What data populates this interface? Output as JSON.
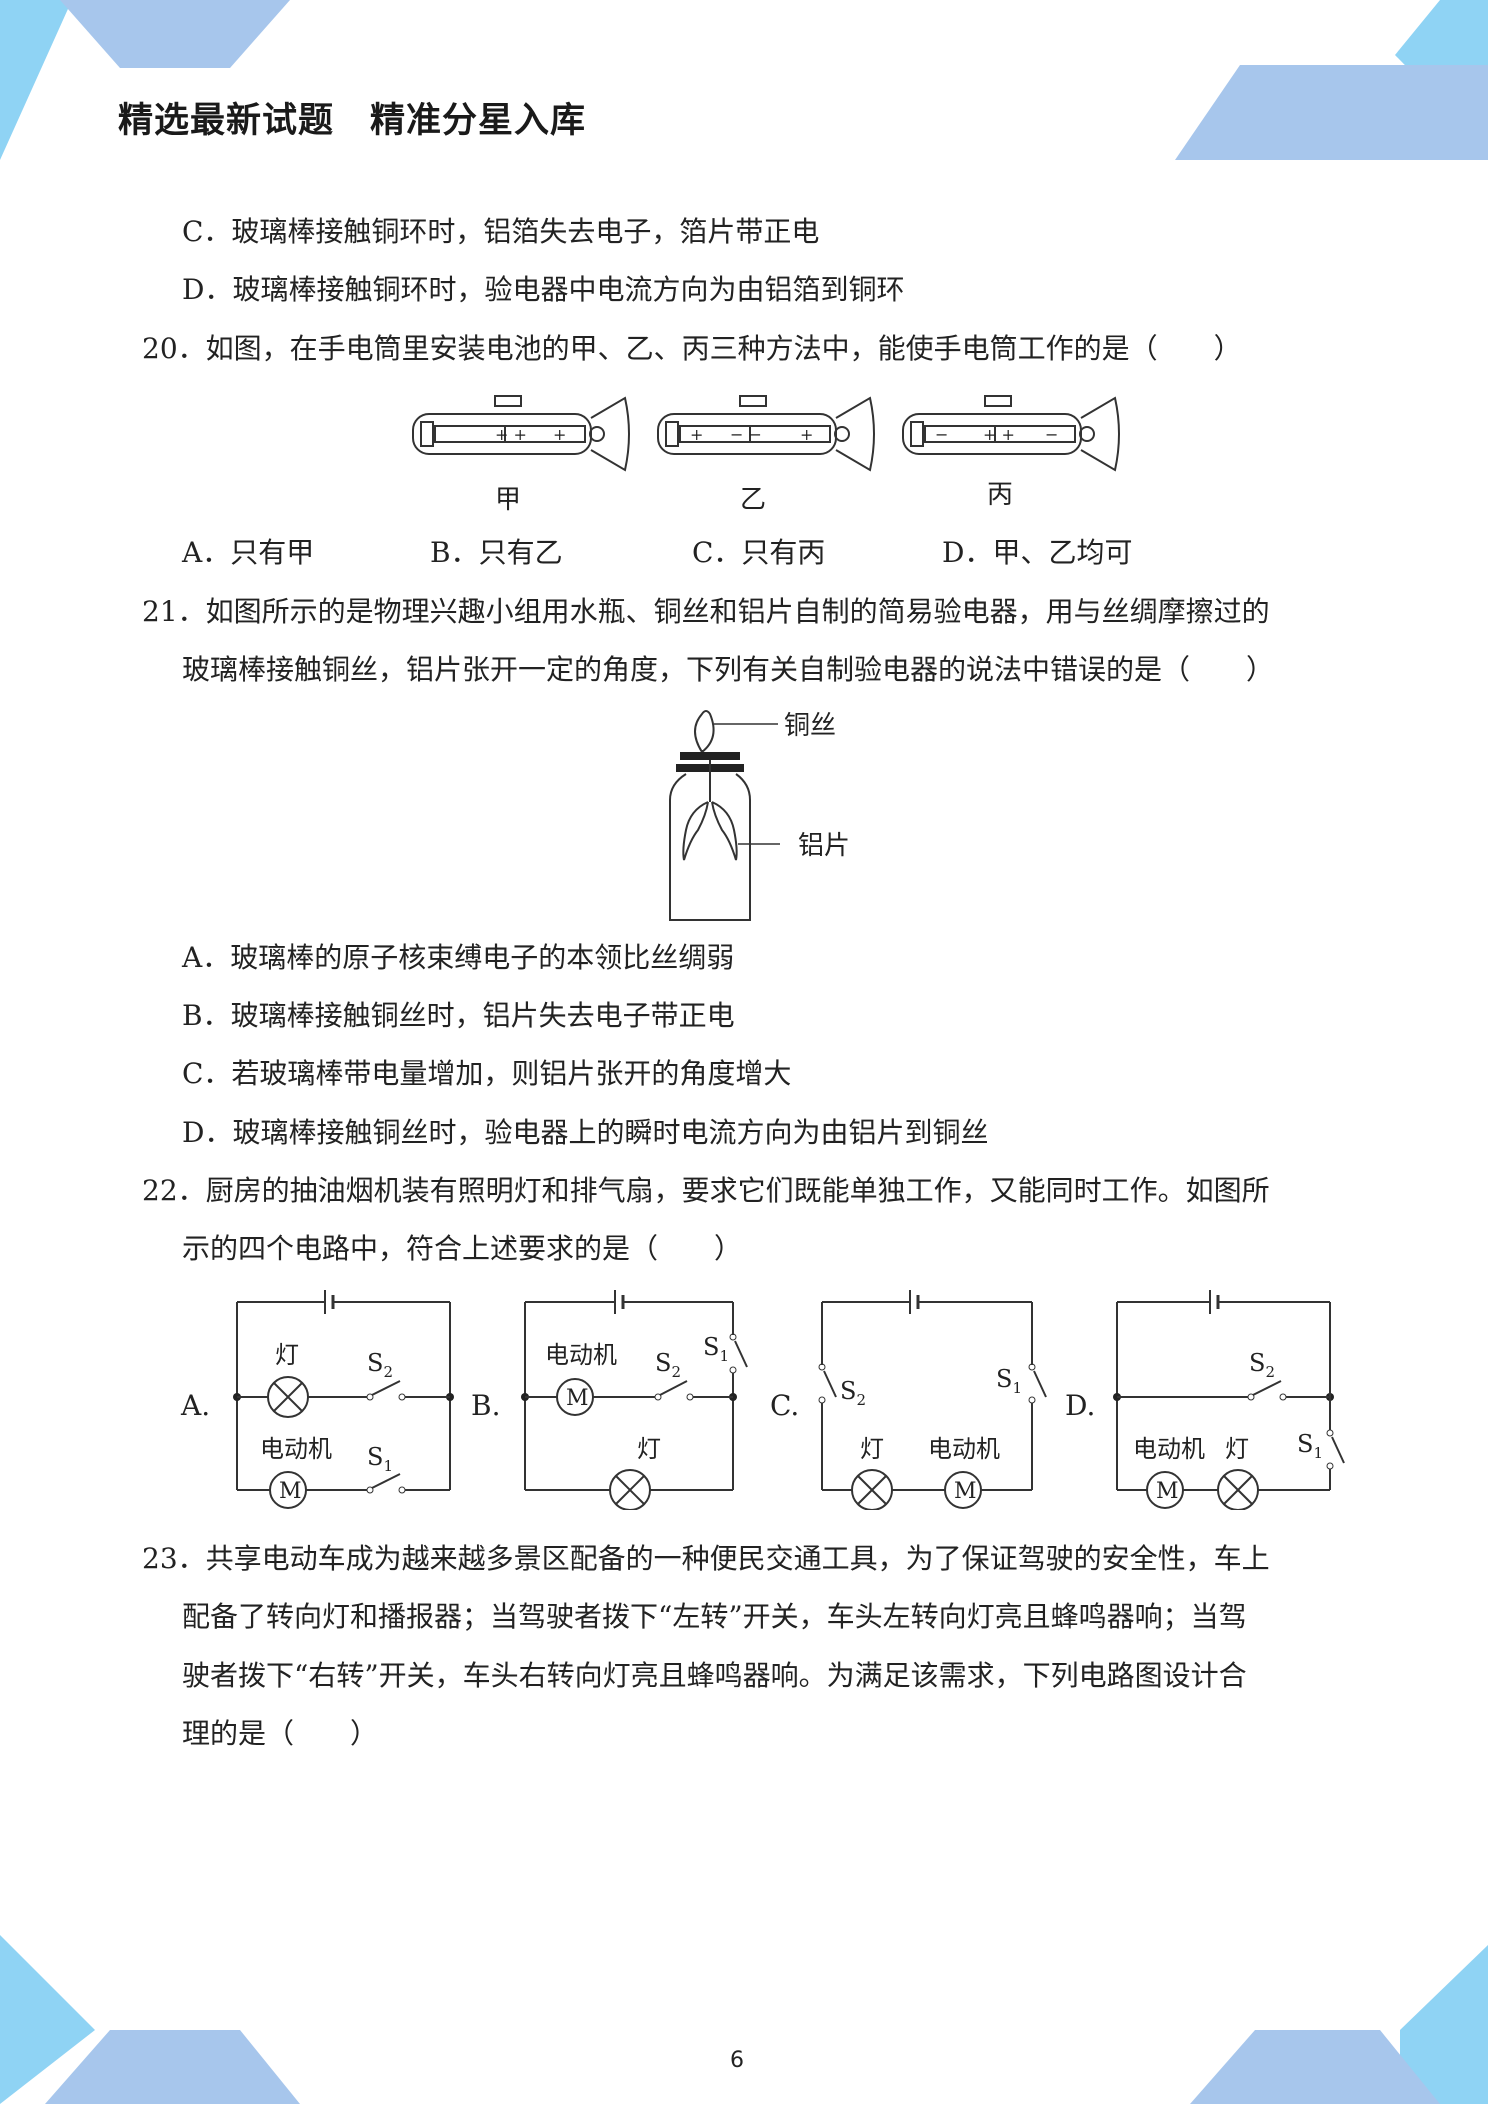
{
  "header": {
    "part1": "精选最新试题",
    "part2": "精准分星入库"
  },
  "q19": {
    "optC": "C．玻璃棒接触铜环时，铝箔失去电子，箔片带正电",
    "optD": "D．玻璃棒接触铜环时，验电器中电流方向为由铝箔到铜环"
  },
  "q20": {
    "stem": "20．如图，在手电筒里安装电池的甲、乙、丙三种方法中，能使手电筒工作的是（　　）",
    "fig_labels": [
      "甲",
      "乙",
      "丙"
    ],
    "options": [
      "A．只有甲",
      "B．只有乙",
      "C．只有丙",
      "D．甲、乙均可"
    ]
  },
  "q21": {
    "stem1": "21．如图所示的是物理兴趣小组用水瓶、铜丝和铝片自制的简易验电器，用与丝绸摩擦过的",
    "stem2": "玻璃棒接触铜丝，铝片张开一定的角度，下列有关自制验电器的说法中错误的是（　　）",
    "fig_copper": "铜丝",
    "fig_foil": "铝片",
    "optA": "A．玻璃棒的原子核束缚电子的本领比丝绸弱",
    "optB": "B．玻璃棒接触铜丝时，铝片失去电子带正电",
    "optC": "C．若玻璃棒带电量增加，则铝片张开的角度增大",
    "optD": "D．玻璃棒接触铜丝时，验电器上的瞬时电流方向为由铝片到铜丝"
  },
  "q22": {
    "stem1": "22．厨房的抽油烟机装有照明灯和排气扇，要求它们既能单独工作，又能同时工作。如图所",
    "stem2": "示的四个电路中，符合上述要求的是（　　）",
    "letters": [
      "A.",
      "B.",
      "C.",
      "D."
    ],
    "lamp": "灯",
    "motor": "电动机",
    "motor_symbol": "M",
    "s": "S",
    "sub1": "1",
    "sub2": "2"
  },
  "q23": {
    "line1": "23．共享电动车成为越来越多景区配备的一种便民交通工具，为了保证驾驶的安全性，车上",
    "line2": "配备了转向灯和播报器；当驾驶者拨下“左转”开关，车头左转向灯亮且蜂鸣器响；当驾",
    "line3": "驶者拨下“右转”开关，车头右转向灯亮且蜂鸣器响。为满足该需求，下列电路图设计合",
    "line4": "理的是（　　）"
  },
  "page_number": "6",
  "colors": {
    "deco_light": "#8fd3f4",
    "deco_mid": "#a7c6ec"
  }
}
